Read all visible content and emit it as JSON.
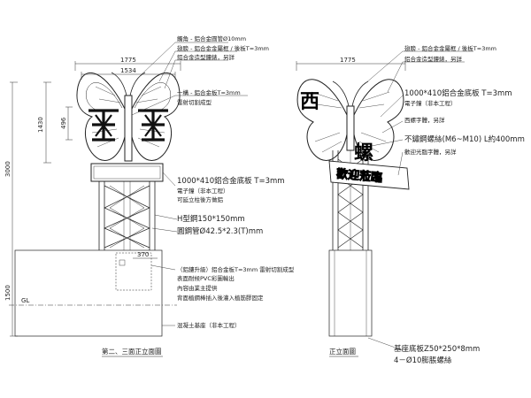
{
  "left_view": {
    "caption": "第二、三面正立面圖",
    "dims": {
      "top_width": "1775",
      "inner_width": "1534",
      "height_1430": "1430",
      "height_496": "496",
      "height_3000": "3000",
      "height_1500": "1500",
      "base_370": "370",
      "ground": "GL"
    },
    "notes": {
      "antenna": "觸角 - 鋁合金圓管Ø10mm",
      "wing_frame": "翅膀 - 鋁合金金屬框 / 後板T=3mm",
      "wing_pattern": "鋁合金造型鏤錶，另詳",
      "body": "一構 - 鋁合金板T=3mm",
      "laser": "雷射切割成型",
      "sign_board": "1000*410鋁合金底板  T=3mm",
      "sign_elec": "電子鐘（非本工程）",
      "sign_place": "可延立柱後方做鋁",
      "h_beam": "H型鋼150*150mm",
      "pipe": "圓鋼管Ø42.5*2.3(T)mm",
      "label_plate_1": "（鋁鏤升級）鋁合金板T=3mm 雷射切割成型",
      "label_plate_2": "表面耐候PVC彩圖輸出",
      "label_plate_3": "內容由業主提供",
      "label_plate_4": "背面植鋼棒插入後灌入植筋膠固定",
      "concrete": "混凝土基座（非本工程）"
    }
  },
  "right_view": {
    "caption": "正立面圖",
    "dims": {
      "top_width": "1775"
    },
    "char_xi": "西",
    "char_luo": "螺",
    "band_text": "歡迎蒞臨",
    "notes": {
      "wing_frame": "翅膀 - 鋁合金金屬框 / 後板T=3mm",
      "wing_pattern": "鋁合金造型鏤錶，另詳",
      "sign_board": "1000*410鋁合金底板  T=3mm",
      "sign_elec": "電子鐘（非本工程）",
      "char_detail": "西螺字體，另詳",
      "bolt": "不鏽鋼螺絲(M6~M10)  L約400mm",
      "welcome": "歡迎光臨字體，另詳",
      "base_plate": "基座底板Z50*250*8mm",
      "anchor": "4－Ø10膨脹螺絲"
    }
  }
}
